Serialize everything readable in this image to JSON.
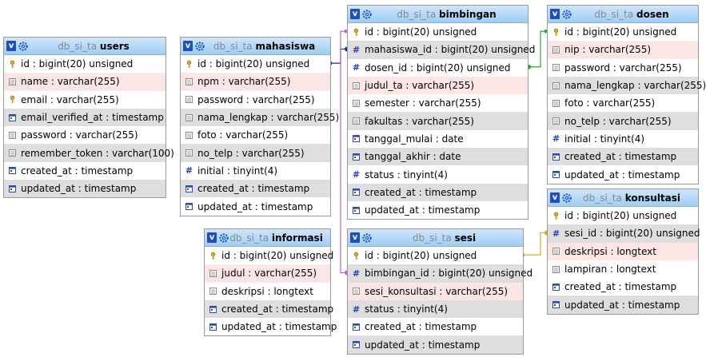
{
  "schema_prefix": "db_si_ta",
  "colors": {
    "header_top": "#cfe6fb",
    "header_bottom": "#9fcdf4",
    "row_alt": "#dedede",
    "row_highlight": "#fbe5e5",
    "link_purple": "#c15fc2",
    "link_darkblue": "#1f2f9a",
    "link_green": "#1fae2a",
    "link_yellow": "#c9b21a"
  },
  "tables": [
    {
      "id": "users",
      "name": "users",
      "fields": [
        {
          "label": "id : bigint(20) unsigned",
          "icon": "key-icon",
          "bg": "none"
        },
        {
          "label": "name : varchar(255)",
          "icon": "column-icon",
          "bg": "hl"
        },
        {
          "label": "email : varchar(255)",
          "icon": "key-icon",
          "bg": "none"
        },
        {
          "label": "email_verified_at : timestamp",
          "icon": "datetime-icon",
          "bg": "alt"
        },
        {
          "label": "password : varchar(255)",
          "icon": "column-icon",
          "bg": "none"
        },
        {
          "label": "remember_token : varchar(100)",
          "icon": "column-icon",
          "bg": "alt"
        },
        {
          "label": "created_at : timestamp",
          "icon": "datetime-icon",
          "bg": "none"
        },
        {
          "label": "updated_at : timestamp",
          "icon": "datetime-icon",
          "bg": "alt"
        }
      ]
    },
    {
      "id": "mahasiswa",
      "name": "mahasiswa",
      "fields": [
        {
          "label": "id : bigint(20) unsigned",
          "icon": "key-icon",
          "bg": "none"
        },
        {
          "label": "npm : varchar(255)",
          "icon": "column-icon",
          "bg": "hl"
        },
        {
          "label": "password : varchar(255)",
          "icon": "column-icon",
          "bg": "none"
        },
        {
          "label": "nama_lengkap : varchar(255)",
          "icon": "column-icon",
          "bg": "alt"
        },
        {
          "label": "foto : varchar(255)",
          "icon": "column-icon",
          "bg": "none"
        },
        {
          "label": "no_telp : varchar(255)",
          "icon": "column-icon",
          "bg": "alt"
        },
        {
          "label": "initial : tinyint(4)",
          "icon": "number-icon",
          "bg": "none"
        },
        {
          "label": "created_at : timestamp",
          "icon": "datetime-icon",
          "bg": "alt"
        },
        {
          "label": "updated_at : timestamp",
          "icon": "datetime-icon",
          "bg": "none"
        }
      ]
    },
    {
      "id": "bimbingan",
      "name": "bimbingan",
      "fields": [
        {
          "label": "id : bigint(20) unsigned",
          "icon": "key-icon",
          "bg": "none"
        },
        {
          "label": "mahasiswa_id : bigint(20) unsigned",
          "icon": "number-icon",
          "bg": "alt"
        },
        {
          "label": "dosen_id : bigint(20) unsigned",
          "icon": "number-icon",
          "bg": "none"
        },
        {
          "label": "judul_ta : varchar(255)",
          "icon": "column-icon",
          "bg": "hl"
        },
        {
          "label": "semester : varchar(255)",
          "icon": "column-icon",
          "bg": "none"
        },
        {
          "label": "fakultas : varchar(255)",
          "icon": "column-icon",
          "bg": "alt"
        },
        {
          "label": "tanggal_mulai : date",
          "icon": "datetime-icon",
          "bg": "none"
        },
        {
          "label": "tanggal_akhir : date",
          "icon": "datetime-icon",
          "bg": "alt"
        },
        {
          "label": "status : tinyint(4)",
          "icon": "number-icon",
          "bg": "none"
        },
        {
          "label": "created_at : timestamp",
          "icon": "datetime-icon",
          "bg": "alt"
        },
        {
          "label": "updated_at : timestamp",
          "icon": "datetime-icon",
          "bg": "none"
        }
      ]
    },
    {
      "id": "dosen",
      "name": "dosen",
      "fields": [
        {
          "label": "id : bigint(20) unsigned",
          "icon": "key-icon",
          "bg": "none"
        },
        {
          "label": "nip : varchar(255)",
          "icon": "column-icon",
          "bg": "hl"
        },
        {
          "label": "password : varchar(255)",
          "icon": "column-icon",
          "bg": "none"
        },
        {
          "label": "nama_lengkap : varchar(255)",
          "icon": "column-icon",
          "bg": "alt"
        },
        {
          "label": "foto : varchar(255)",
          "icon": "column-icon",
          "bg": "none"
        },
        {
          "label": "no_telp : varchar(255)",
          "icon": "column-icon",
          "bg": "alt"
        },
        {
          "label": "initial : tinyint(4)",
          "icon": "number-icon",
          "bg": "none"
        },
        {
          "label": "created_at : timestamp",
          "icon": "datetime-icon",
          "bg": "alt"
        },
        {
          "label": "updated_at : timestamp",
          "icon": "datetime-icon",
          "bg": "none"
        }
      ]
    },
    {
      "id": "konsultasi",
      "name": "konsultasi",
      "fields": [
        {
          "label": "id : bigint(20) unsigned",
          "icon": "key-icon",
          "bg": "none"
        },
        {
          "label": "sesi_id : bigint(20) unsigned",
          "icon": "number-icon",
          "bg": "alt"
        },
        {
          "label": "deskripsi : longtext",
          "icon": "column-icon",
          "bg": "hl"
        },
        {
          "label": "lampiran : longtext",
          "icon": "column-icon",
          "bg": "none"
        },
        {
          "label": "created_at : timestamp",
          "icon": "datetime-icon",
          "bg": "none"
        },
        {
          "label": "updated_at : timestamp",
          "icon": "datetime-icon",
          "bg": "alt"
        }
      ]
    },
    {
      "id": "informasi",
      "name": "informasi",
      "fields": [
        {
          "label": "id : bigint(20) unsigned",
          "icon": "key-icon",
          "bg": "none"
        },
        {
          "label": "judul : varchar(255)",
          "icon": "column-icon",
          "bg": "hl"
        },
        {
          "label": "deskripsi : longtext",
          "icon": "column-icon",
          "bg": "none"
        },
        {
          "label": "created_at : timestamp",
          "icon": "datetime-icon",
          "bg": "alt"
        },
        {
          "label": "updated_at : timestamp",
          "icon": "datetime-icon",
          "bg": "none"
        }
      ]
    },
    {
      "id": "sesi",
      "name": "sesi",
      "fields": [
        {
          "label": "id : bigint(20) unsigned",
          "icon": "key-icon",
          "bg": "none"
        },
        {
          "label": "bimbingan_id : bigint(20) unsigned",
          "icon": "number-icon",
          "bg": "alt"
        },
        {
          "label": "sesi_konsultasi : varchar(255)",
          "icon": "column-icon",
          "bg": "hl"
        },
        {
          "label": "status : tinyint(4)",
          "icon": "number-icon",
          "bg": "alt"
        },
        {
          "label": "created_at : timestamp",
          "icon": "datetime-icon",
          "bg": "none"
        },
        {
          "label": "updated_at : timestamp",
          "icon": "datetime-icon",
          "bg": "alt"
        }
      ]
    }
  ],
  "relations": [
    {
      "from": "bimbingan.mahasiswa_id",
      "to": "mahasiswa.id",
      "color": "link_darkblue"
    },
    {
      "from": "bimbingan.dosen_id",
      "to": "dosen.id",
      "color": "link_green"
    },
    {
      "from": "sesi.bimbingan_id",
      "to": "bimbingan.id",
      "color": "link_purple"
    },
    {
      "from": "konsultasi.sesi_id",
      "to": "sesi.id",
      "color": "link_yellow"
    }
  ]
}
